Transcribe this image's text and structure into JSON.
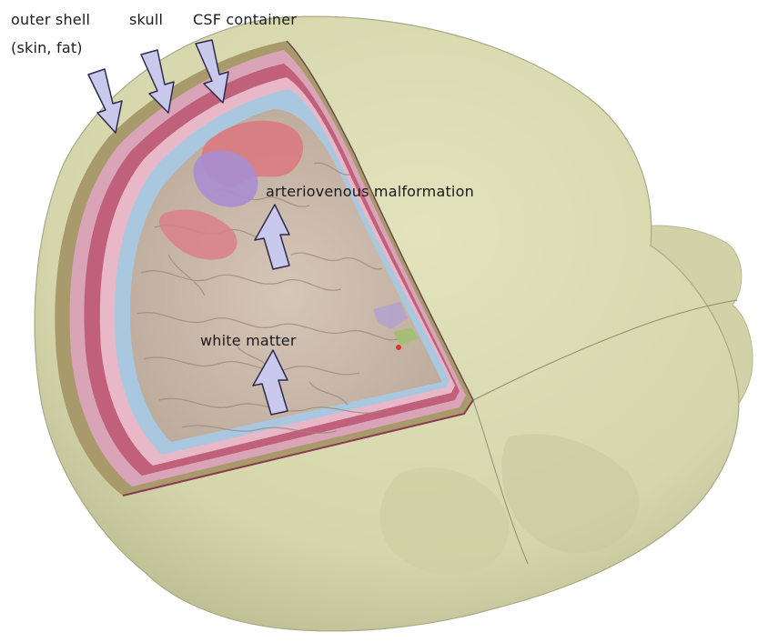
{
  "labels": {
    "outer_shell_line1": "outer shell",
    "outer_shell_line2": "(skin, fat)",
    "skull": "skull",
    "csf": "CSF container",
    "avm": "arteriovenous malformation",
    "white_matter": "white matter"
  },
  "colors": {
    "head_surface": "#d8d8b0",
    "skin_layer": "#a89a6a",
    "skull_layer": "#d9a3b8",
    "skull_inner": "#c0607a",
    "csf": "#a9c8e0",
    "brain": "#cdbcae",
    "avm_red": "#d97a80",
    "avm_purple": "#a88ed0",
    "arrow_fill": "#c9c9ee",
    "arrow_stroke": "#2c2c4a"
  }
}
